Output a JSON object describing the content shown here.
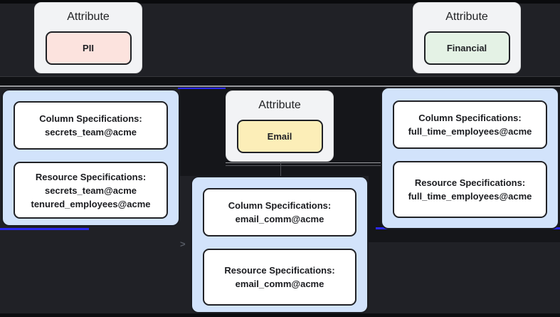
{
  "diagram": {
    "attribute_nodes": [
      {
        "label": "Attribute",
        "value": "PII",
        "badge_color": "#fce3de",
        "badge_style": "background:#fce3de"
      },
      {
        "label": "Attribute",
        "value": "Financial",
        "badge_color": "#e4f2e5",
        "badge_style": "background:#e4f2e5"
      },
      {
        "label": "Attribute",
        "value": "Email",
        "badge_color": "#fceeb8",
        "badge_style": "background:#fceeb8"
      }
    ],
    "spec_groups": [
      {
        "name": "secrets-team-group",
        "cards": [
          {
            "lines": [
              "Column Specifications:",
              "secrets_team@acme"
            ]
          },
          {
            "lines": [
              "Resource Specifications:",
              "secrets_team@acme",
              "tenured_employees@acme"
            ]
          }
        ]
      },
      {
        "name": "email-comm-group",
        "cards": [
          {
            "lines": [
              "Column Specifications:",
              "email_comm@acme"
            ]
          },
          {
            "lines": [
              "Resource Specifications:",
              "email_comm@acme"
            ]
          }
        ]
      },
      {
        "name": "full-time-employees-group",
        "cards": [
          {
            "lines": [
              "Column Specifications:",
              "full_time_employees@acme"
            ]
          },
          {
            "lines": [
              "Resource Specifications:",
              "full_time_employees@acme"
            ]
          }
        ]
      }
    ],
    "icons": {
      "chevron_right": ">"
    },
    "colors": {
      "canvas_background": "#202126",
      "edge_highlight_blue": "#2b28f0",
      "edge_band_black": "#121317",
      "group_fill_blue": "#d2e3fb",
      "card_fill": "#ffffff",
      "node_fill": "#f2f3f5"
    }
  }
}
